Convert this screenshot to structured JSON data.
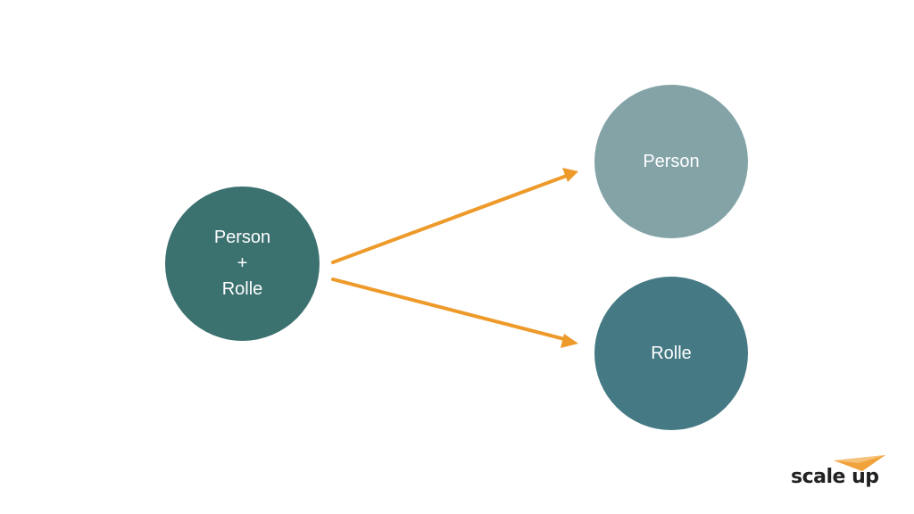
{
  "diagram": {
    "source_node": {
      "lines": [
        "Person",
        "+",
        "Rolle"
      ],
      "color": "#3b716f"
    },
    "target_nodes": [
      {
        "label": "Person",
        "color": "#83a3a7"
      },
      {
        "label": "Rolle",
        "color": "#457984"
      }
    ],
    "arrow_color": "#ee9a2a"
  },
  "logo": {
    "text": "scale up",
    "mark_color": "#f0a23b",
    "text_color": "#222222"
  }
}
